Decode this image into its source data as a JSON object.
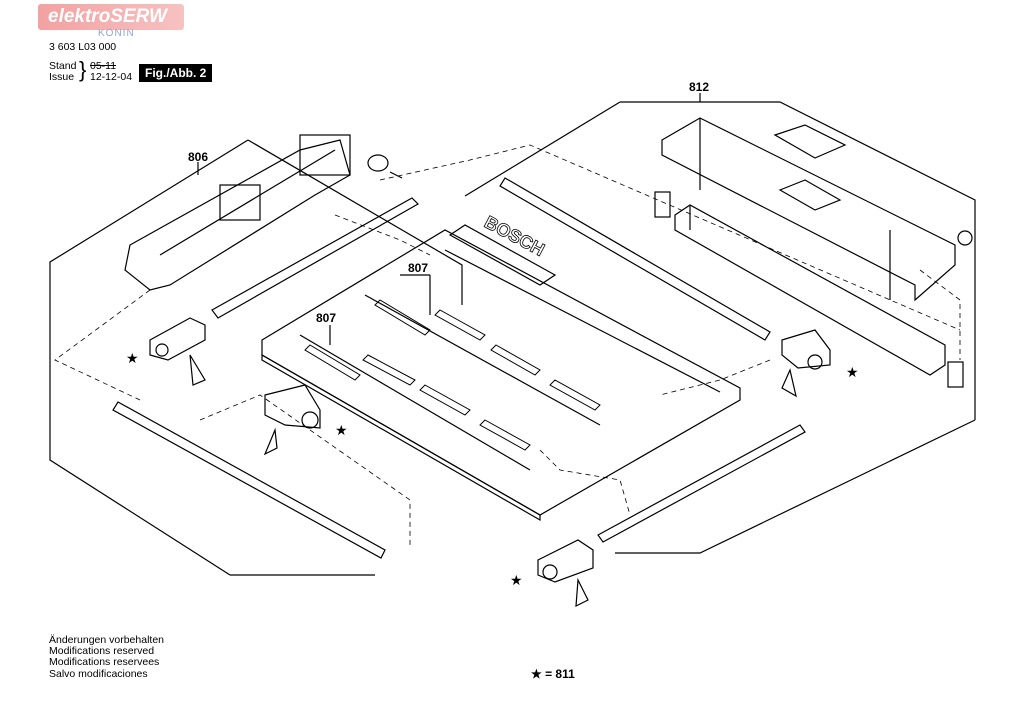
{
  "header": {
    "logo_text": "elektroSERW",
    "logo_sub": "KONIN",
    "doc_number": "3 603 L03 000",
    "stand_label": "Stand",
    "issue_label": "Issue",
    "stand_old": "05-11",
    "issue_date": "12-12-04",
    "fig_label": "Fig./Abb. 2"
  },
  "parts": {
    "p806": "806",
    "p807a": "807",
    "p807b": "807",
    "p812": "812",
    "star": "★"
  },
  "brand": "BOSCH",
  "footer": {
    "lines": [
      "Änderungen vorbehalten",
      "Modifications reserved",
      "Modifications reservees",
      "Salvo modificaciones"
    ],
    "legend": "★ = 811"
  }
}
